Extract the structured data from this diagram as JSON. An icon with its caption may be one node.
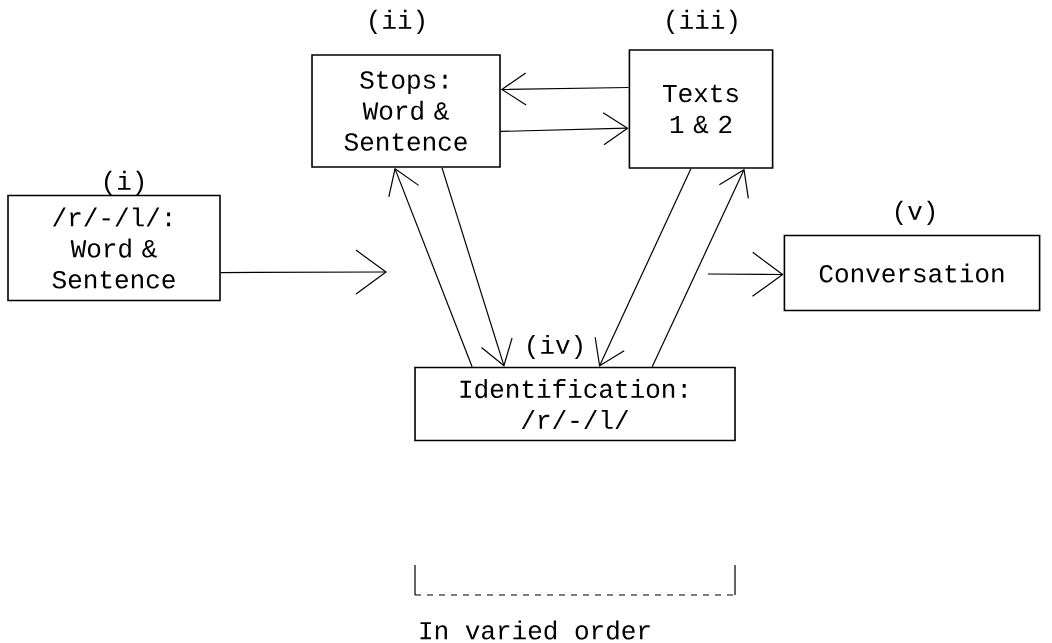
{
  "diagram": {
    "nodes": [
      {
        "text": [
          "(i)",
          "/r/-/l/: Word & Sentence"
        ]
      },
      {
        "text": [
          "(ii)",
          "Stops: Word & Sentence"
        ]
      },
      {
        "text": [
          "(iii)",
          "Texts 1 & 2"
        ]
      },
      {
        "text": [
          "(iv)",
          "Identification: /r/-/l/"
        ]
      },
      {
        "text": [
          "(v)",
          "Conversation"
        ]
      }
    ],
    "edges": [
      {
        "from": 0,
        "to": null,
        "arrow": "to"
      },
      {
        "from": 2,
        "to": 1,
        "arrow": "to"
      },
      {
        "from": 1,
        "to": 2,
        "arrow": "to"
      },
      {
        "from": 3,
        "to": 1,
        "arrow": "to"
      },
      {
        "from": 1,
        "to": 3,
        "arrow": "to"
      },
      {
        "from": 2,
        "to": 3,
        "arrow": "to"
      },
      {
        "from": 3,
        "to": 2,
        "arrow": "to"
      },
      {
        "from": null,
        "to": 4,
        "arrow": "to"
      }
    ],
    "labels": [
      "In varied order"
    ]
  }
}
